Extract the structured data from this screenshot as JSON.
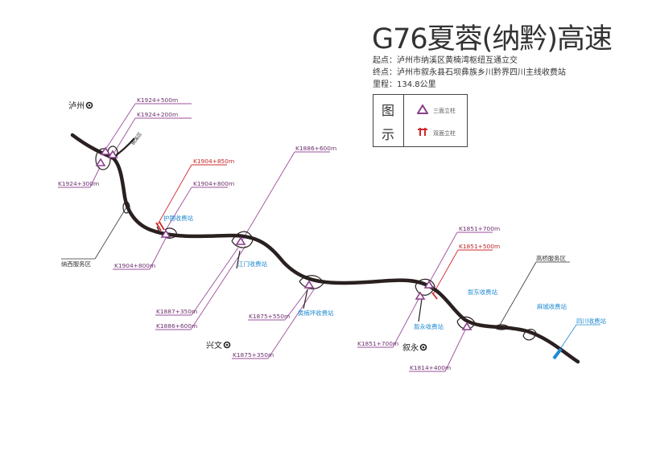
{
  "title": "G76夏蓉(纳黔)高速",
  "info": {
    "start": "起点：泸州市纳溪区黄楠湾枢纽互通立交",
    "end": "终点：泸州市叙永县石坝彝族乡川黔界四川主线收费站",
    "mileage": "里程：134.8公里"
  },
  "legend": {
    "head1": "图",
    "head2": "示",
    "item1": "三面立柱",
    "item2": "双面立柱"
  },
  "cities": {
    "luzhou": "泸州",
    "xingwen": "兴文",
    "xuyong": "叙永"
  },
  "ramp_label": "纳溪区",
  "kilometer_posts": {
    "k1924_500": "K1924+500m",
    "k1924_200": "K1924+200m",
    "k1924_300": "K1924+300m",
    "k1904_850": "K1904+850m",
    "k1904_800a": "K1904+800m",
    "k1904_800b": "K1904+800m",
    "k1886_600a": "K1886+600m",
    "k1887_350": "K1887+350m",
    "k1886_600b": "K1886+600m",
    "k1875_550": "K1875+550m",
    "k1875_350": "K1875+350m",
    "k1851_700a": "K1851+700m",
    "k1851_500": "K1851+500m",
    "k1851_700b": "K1851+700m",
    "k1814_400": "K1814+400m"
  },
  "toll_stations": {
    "huguo": "护国收费站",
    "jiangmen": "江门收费站",
    "huangniuping": "黄楠坪收费站",
    "xuyong": "叙永收费站",
    "xudong": "叙东收费站",
    "machang": "麻城收费站",
    "sichuan": "四川收费站"
  },
  "service_areas": {
    "naxi": "纳西服务区",
    "gaoqiao": "高桥服务区"
  },
  "colors": {
    "road": "#2a2020",
    "post": "#8a3f8a",
    "post_red": "#d1282d",
    "toll": "#1f8ad0"
  }
}
